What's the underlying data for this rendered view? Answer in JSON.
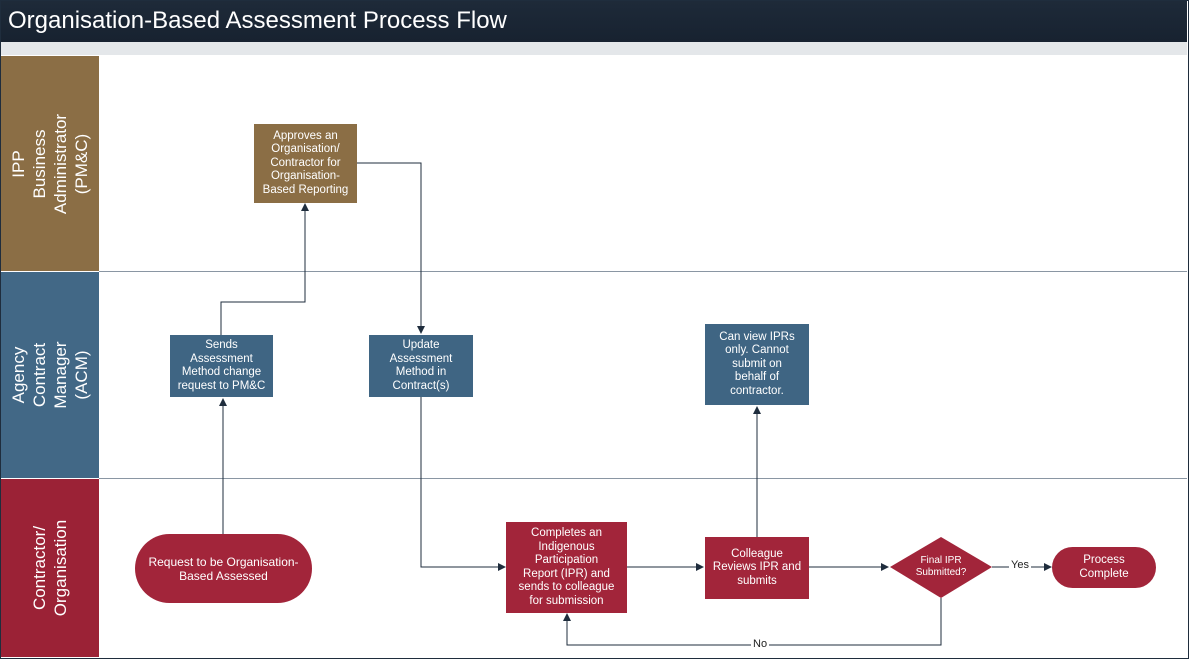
{
  "title": "Organisation-Based Assessment Process Flow",
  "colors": {
    "lane_pmc": "#8b6e45",
    "lane_acm": "#426886",
    "lane_contractor": "#9b2236",
    "box_pmc": "#8b6e45",
    "box_acm": "#3f6583",
    "box_contractor": "#a2253a",
    "connector": "#1f2d3d",
    "title_bar": "#1b2634"
  },
  "lanes": [
    {
      "label": "IPP Business\nAdministrator (PM&C)"
    },
    {
      "label": "Agency Contract\nManager (ACM)"
    },
    {
      "label": "Contractor/\nOrganisation"
    }
  ],
  "nodes": {
    "approves": "Approves an\nOrganisation/\nContractor for\nOrganisation-\nBased Reporting",
    "sends_request": "Sends\nAssessment\nMethod change\nrequest to PM&C",
    "update_method": "Update\nAssessment\nMethod in\nContract(s)",
    "can_view": "Can view IPRs\nonly. Cannot\nsubmit on\nbehalf of\ncontractor.",
    "request_assessed": "Request to be Organisation-\nBased Assessed",
    "completes_ipr": "Completes an\nIndigenous\nParticipation\nReport (IPR) and\nsends to colleague\nfor submission",
    "colleague_reviews": "Colleague\nReviews IPR and\nsubmits",
    "final_ipr_decision": "Final IPR\nSubmitted?",
    "process_complete": "Process\nComplete"
  },
  "edge_labels": {
    "yes": "Yes",
    "no": "No"
  }
}
